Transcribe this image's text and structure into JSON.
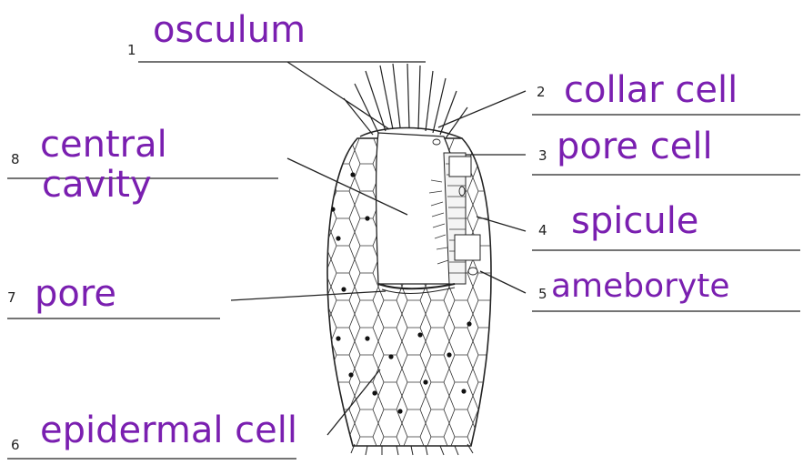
{
  "labels": [
    {
      "num": "1",
      "answer": "osculum"
    },
    {
      "num": "2",
      "answer": "collar cell"
    },
    {
      "num": "3",
      "answer": "pore cell"
    },
    {
      "num": "4",
      "answer": "spicule"
    },
    {
      "num": "5",
      "answer": "ameboryte"
    },
    {
      "num": "6",
      "answer": "epidermal cell"
    },
    {
      "num": "7",
      "answer": "pore"
    },
    {
      "num": "8",
      "answer_line1": "central",
      "answer_line2": "cavity"
    }
  ],
  "colors": {
    "ink": "#7a1fb0",
    "lines": "#222222"
  }
}
